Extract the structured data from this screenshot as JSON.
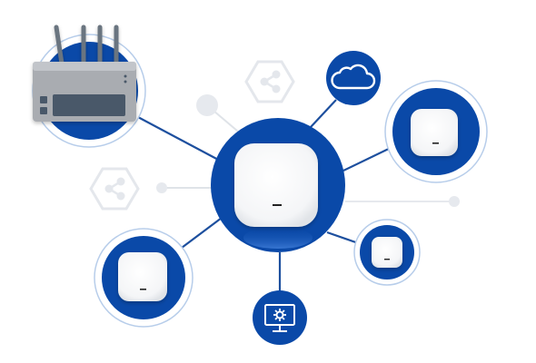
{
  "colors": {
    "hub_blue": "#0a49a8",
    "hub_blue_light": "#2f6fd0",
    "link_line": "#1d4f9e",
    "halo_ring": "#b7cdea",
    "faint_gray": "#e6e9ee",
    "faint_gray_line": "#dfe3e8",
    "device_white": "#ffffff",
    "device_shadow": "#d5d9df",
    "router_body": "#a9acb1",
    "router_panel": "#4a5869",
    "router_antenna": "#6b7480"
  },
  "nodes": [
    {
      "id": "central-access-point",
      "icon": "access-point-icon"
    },
    {
      "id": "router",
      "icon": "router-icon"
    },
    {
      "id": "cloud",
      "icon": "cloud-icon"
    },
    {
      "id": "access-point-top-right",
      "icon": "access-point-icon"
    },
    {
      "id": "access-point-mid-right",
      "icon": "access-point-icon"
    },
    {
      "id": "access-point-bottom-left",
      "icon": "access-point-icon"
    },
    {
      "id": "management-monitor",
      "icon": "monitor-gear-icon"
    }
  ],
  "decorations": [
    {
      "icon": "share-hexagon-icon"
    },
    {
      "icon": "share-hexagon-icon"
    }
  ]
}
